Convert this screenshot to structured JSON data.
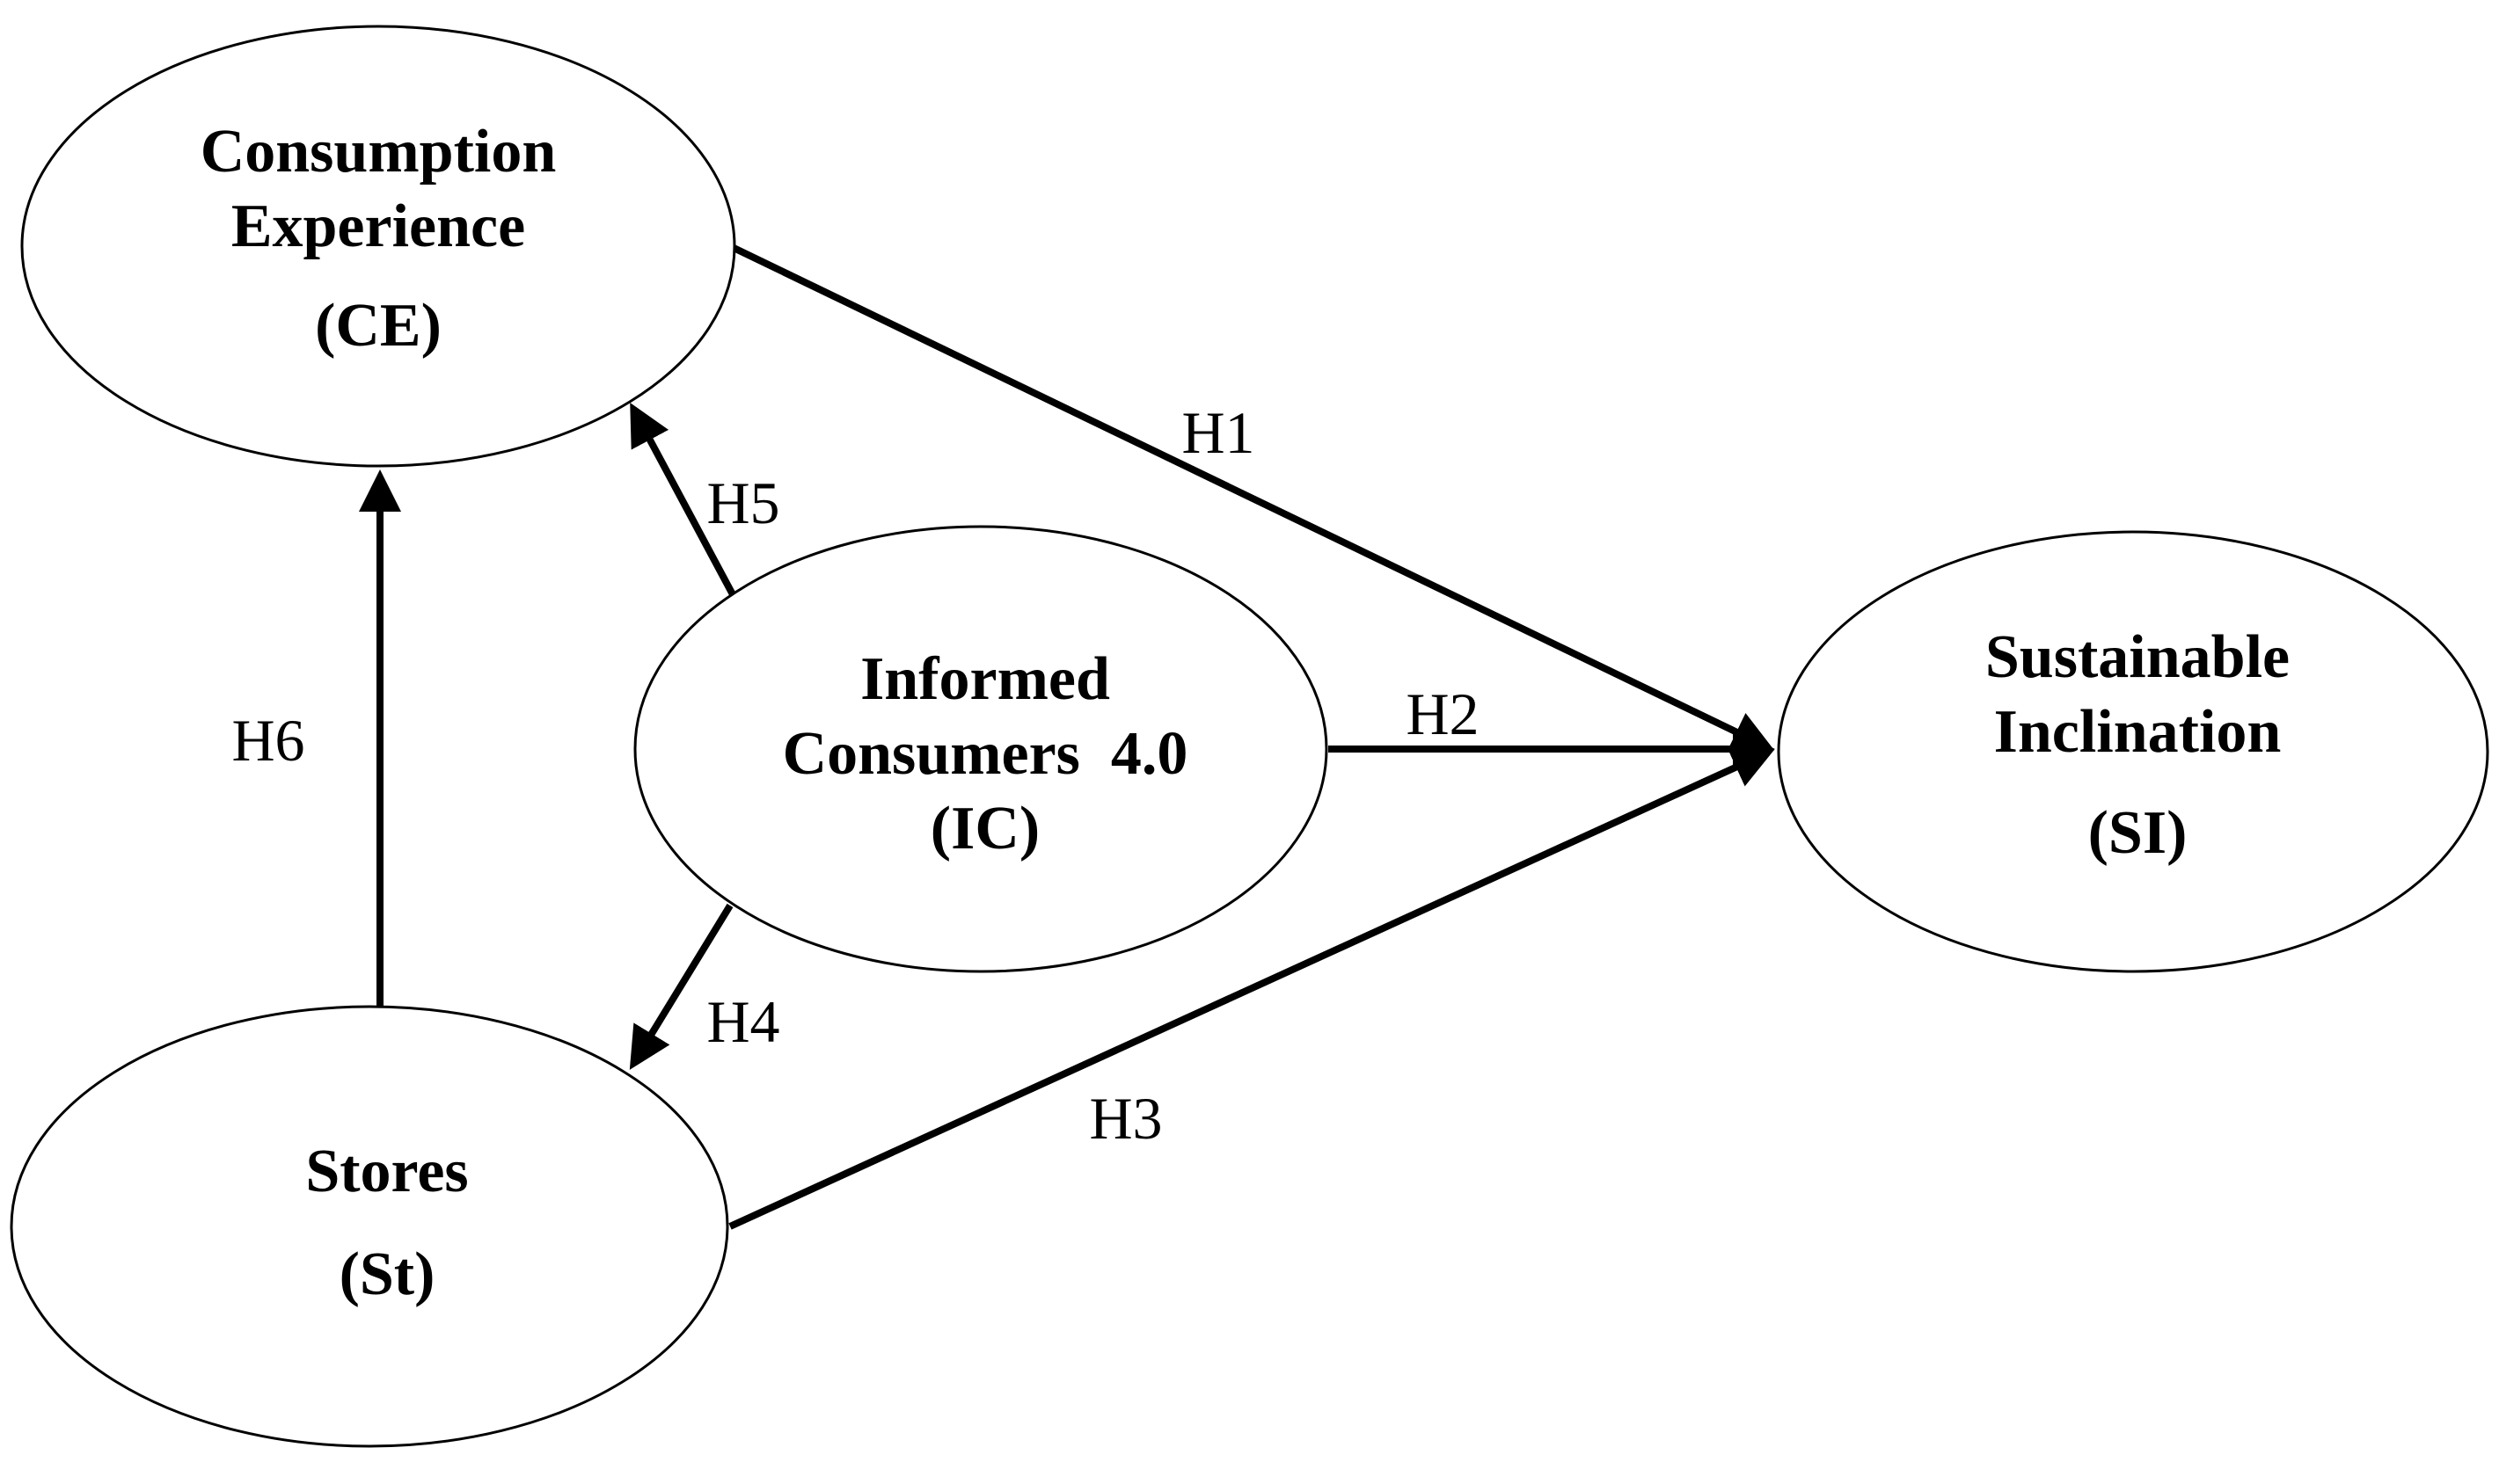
{
  "nodes": {
    "ce": {
      "lines": [
        "Consumption",
        "Experience",
        "(CE)"
      ]
    },
    "ic": {
      "lines": [
        "Informed",
        "Consumers  4.0",
        "(IC)"
      ]
    },
    "st": {
      "lines": [
        "Stores",
        "(St)"
      ]
    },
    "si": {
      "lines": [
        "Sustainable",
        "Inclination",
        "(SI)"
      ]
    }
  },
  "edges": {
    "h1": {
      "label": "H1",
      "from": "Consumption Experience (CE)",
      "to": "Sustainable Inclination (SI)"
    },
    "h2": {
      "label": "H2",
      "from": "Informed Consumers 4.0 (IC)",
      "to": "Sustainable Inclination (SI)"
    },
    "h3": {
      "label": "H3",
      "from": "Stores (St)",
      "to": "Sustainable Inclination (SI)"
    },
    "h4": {
      "label": "H4",
      "from": "Informed Consumers 4.0 (IC)",
      "to": "Stores (St)"
    },
    "h5": {
      "label": "H5",
      "from": "Informed Consumers 4.0 (IC)",
      "to": "Consumption Experience (CE)"
    },
    "h6": {
      "label": "H6",
      "from": "Stores (St)",
      "to": "Consumption Experience (CE)"
    }
  },
  "colors": {
    "stroke": "#000000",
    "background": "#ffffff"
  }
}
